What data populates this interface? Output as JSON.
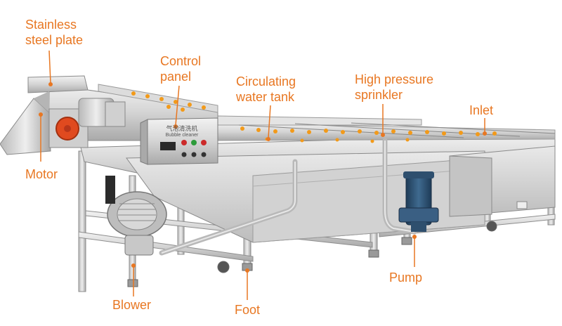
{
  "colors": {
    "accent": "#e87722",
    "steel_light": "#e6e6e6",
    "steel_mid": "#c9c9c9",
    "steel_dark": "#8d8d8d",
    "motor_blue": "#2e4f6e",
    "motor_red": "#e04a1f",
    "nozzle_orange": "#f29a1a"
  },
  "labels": {
    "stainless_steel_plate": {
      "line1": "Stainless",
      "line2": "steel plate"
    },
    "control_panel": {
      "line1": "Control",
      "line2": "panel"
    },
    "circulating_water_tank": {
      "line1": "Circulating",
      "line2": "water tank"
    },
    "high_pressure_sprinkler": {
      "line1": "High pressure",
      "line2": "sprinkler"
    },
    "inlet": {
      "line1": "Inlet"
    },
    "motor": {
      "line1": "Motor"
    },
    "pump": {
      "line1": "Pump"
    },
    "blower": {
      "line1": "Blower"
    },
    "foot": {
      "line1": "Foot"
    }
  },
  "machine": {
    "panel_title": "气泡清洗机",
    "panel_subtitle": "Bubble cleaner"
  }
}
